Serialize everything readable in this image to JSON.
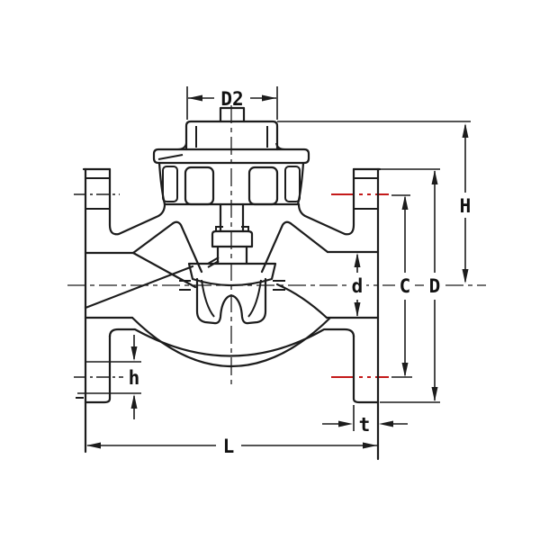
{
  "drawing": {
    "kind": "technical-drawing",
    "subject": "flanged lift check valve cross-section",
    "background_color": "#ffffff",
    "line_color": "#1c1c1c",
    "bolt_centerline_highlight_color": "#c41a1a"
  },
  "labels": {
    "top_width": "D2",
    "height": "H",
    "bolt_circle": "C",
    "flange_diameter": "D",
    "bore_diameter": "d",
    "bolt_hole_height": "h",
    "flange_thickness": "t",
    "face_to_face": "L"
  }
}
